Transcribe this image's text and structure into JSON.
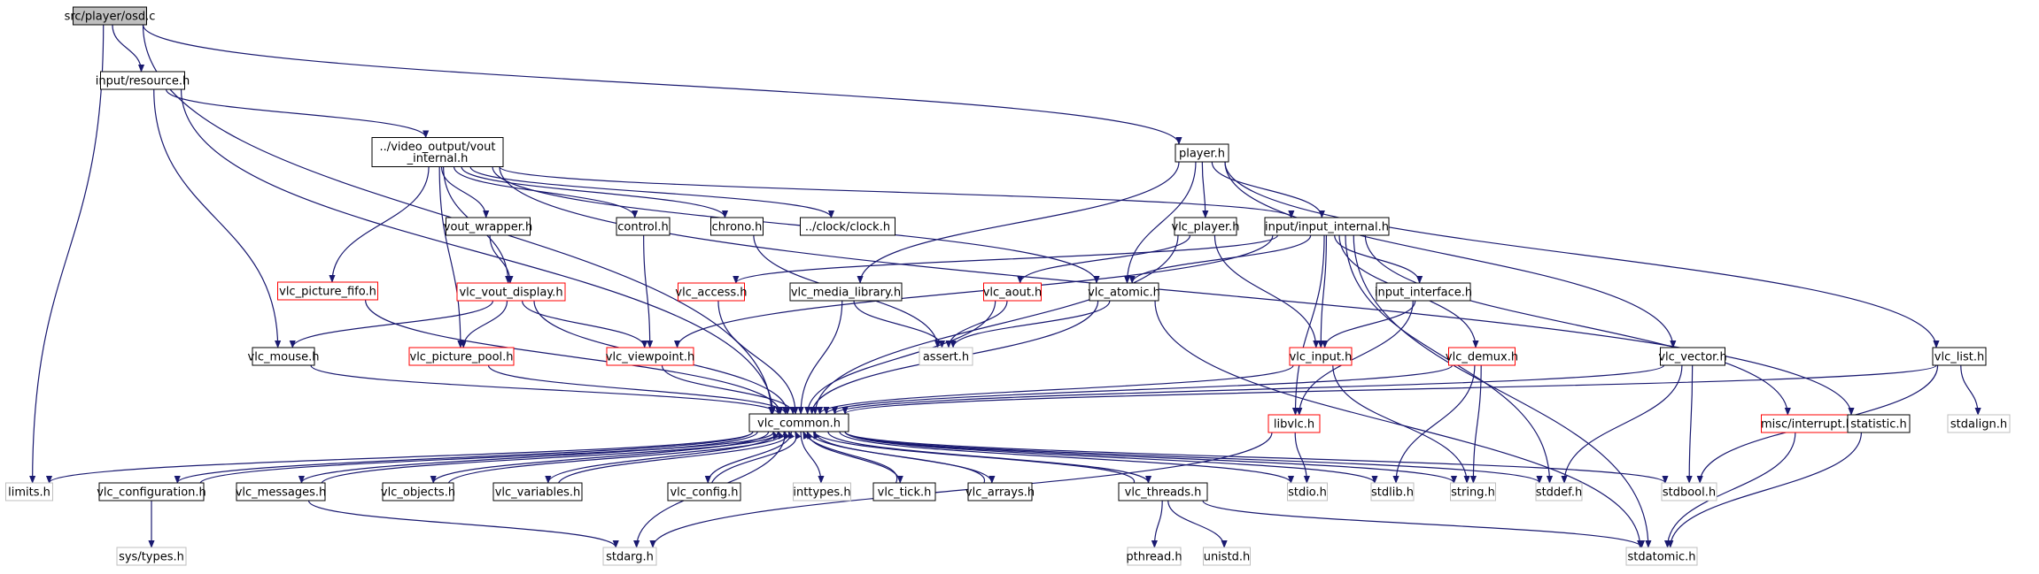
{
  "colors": {
    "edge": "#191970",
    "text": "#000000",
    "border_normal": "#000000",
    "border_red": "#ff0000",
    "border_gray": "#bfbfbf",
    "fill_root": "#bfbfbf",
    "fill": "#ffffff"
  },
  "nodes": [
    {
      "id": "osd_c",
      "label": "src/player/osd.c",
      "kind": "root"
    },
    {
      "id": "input_resource_h",
      "label": "input/resource.h",
      "kind": "normal"
    },
    {
      "id": "vout_internal_h",
      "label": "../video_output/vout\n_internal.h",
      "kind": "normal"
    },
    {
      "id": "player_h",
      "label": "player.h",
      "kind": "normal"
    },
    {
      "id": "vout_wrapper_h",
      "label": "vout_wrapper.h",
      "kind": "normal"
    },
    {
      "id": "control_h",
      "label": "control.h",
      "kind": "normal"
    },
    {
      "id": "chrono_h",
      "label": "chrono.h",
      "kind": "normal"
    },
    {
      "id": "clock_h",
      "label": "../clock/clock.h",
      "kind": "normal"
    },
    {
      "id": "vlc_player_h",
      "label": "vlc_player.h",
      "kind": "normal"
    },
    {
      "id": "input_internal_h",
      "label": "input/input_internal.h",
      "kind": "normal"
    },
    {
      "id": "vlc_picture_fifo_h",
      "label": "vlc_picture_fifo.h",
      "kind": "red"
    },
    {
      "id": "vlc_vout_display_h",
      "label": "vlc_vout_display.h",
      "kind": "red"
    },
    {
      "id": "vlc_access_h",
      "label": "vlc_access.h",
      "kind": "red"
    },
    {
      "id": "vlc_media_library_h",
      "label": "vlc_media_library.h",
      "kind": "normal"
    },
    {
      "id": "vlc_aout_h",
      "label": "vlc_aout.h",
      "kind": "red"
    },
    {
      "id": "vlc_atomic_h",
      "label": "vlc_atomic.h",
      "kind": "normal"
    },
    {
      "id": "input_interface_h",
      "label": "input_interface.h",
      "kind": "normal"
    },
    {
      "id": "vlc_mouse_h",
      "label": "vlc_mouse.h",
      "kind": "normal"
    },
    {
      "id": "vlc_picture_pool_h",
      "label": "vlc_picture_pool.h",
      "kind": "red"
    },
    {
      "id": "vlc_viewpoint_h",
      "label": "vlc_viewpoint.h",
      "kind": "red"
    },
    {
      "id": "assert_h",
      "label": "assert.h",
      "kind": "gray"
    },
    {
      "id": "vlc_input_h",
      "label": "vlc_input.h",
      "kind": "red"
    },
    {
      "id": "vlc_demux_h",
      "label": "vlc_demux.h",
      "kind": "red"
    },
    {
      "id": "vlc_vector_h",
      "label": "vlc_vector.h",
      "kind": "normal"
    },
    {
      "id": "vlc_list_h",
      "label": "vlc_list.h",
      "kind": "normal"
    },
    {
      "id": "vlc_common_h",
      "label": "vlc_common.h",
      "kind": "normal"
    },
    {
      "id": "libvlc_h",
      "label": "libvlc.h",
      "kind": "red"
    },
    {
      "id": "misc_interrupt_h",
      "label": "misc/interrupt.h",
      "kind": "red"
    },
    {
      "id": "statistic_h",
      "label": "statistic.h",
      "kind": "normal"
    },
    {
      "id": "stdalign_h",
      "label": "stdalign.h",
      "kind": "gray"
    },
    {
      "id": "limits_h",
      "label": "limits.h",
      "kind": "gray"
    },
    {
      "id": "vlc_configuration_h",
      "label": "vlc_configuration.h",
      "kind": "normal"
    },
    {
      "id": "vlc_messages_h",
      "label": "vlc_messages.h",
      "kind": "normal"
    },
    {
      "id": "vlc_objects_h",
      "label": "vlc_objects.h",
      "kind": "normal"
    },
    {
      "id": "vlc_variables_h",
      "label": "vlc_variables.h",
      "kind": "normal"
    },
    {
      "id": "vlc_config_h",
      "label": "vlc_config.h",
      "kind": "normal"
    },
    {
      "id": "inttypes_h",
      "label": "inttypes.h",
      "kind": "gray"
    },
    {
      "id": "vlc_tick_h",
      "label": "vlc_tick.h",
      "kind": "normal"
    },
    {
      "id": "vlc_arrays_h",
      "label": "vlc_arrays.h",
      "kind": "normal"
    },
    {
      "id": "vlc_threads_h",
      "label": "vlc_threads.h",
      "kind": "normal"
    },
    {
      "id": "stdio_h",
      "label": "stdio.h",
      "kind": "gray"
    },
    {
      "id": "stdlib_h",
      "label": "stdlib.h",
      "kind": "gray"
    },
    {
      "id": "string_h",
      "label": "string.h",
      "kind": "gray"
    },
    {
      "id": "stddef_h",
      "label": "stddef.h",
      "kind": "gray"
    },
    {
      "id": "stdbool_h",
      "label": "stdbool.h",
      "kind": "gray"
    },
    {
      "id": "sys_types_h",
      "label": "sys/types.h",
      "kind": "gray"
    },
    {
      "id": "stdarg_h",
      "label": "stdarg.h",
      "kind": "gray"
    },
    {
      "id": "pthread_h",
      "label": "pthread.h",
      "kind": "gray"
    },
    {
      "id": "unistd_h",
      "label": "unistd.h",
      "kind": "gray"
    },
    {
      "id": "stdatomic_h",
      "label": "stdatomic.h",
      "kind": "gray"
    }
  ],
  "edges": [
    [
      "osd_c",
      "input_resource_h"
    ],
    [
      "osd_c",
      "player_h"
    ],
    [
      "osd_c",
      "vlc_common_h"
    ],
    [
      "osd_c",
      "limits_h"
    ],
    [
      "input_resource_h",
      "vout_internal_h"
    ],
    [
      "input_resource_h",
      "vlc_common_h"
    ],
    [
      "input_resource_h",
      "vlc_mouse_h"
    ],
    [
      "vout_internal_h",
      "vout_wrapper_h"
    ],
    [
      "vout_internal_h",
      "control_h"
    ],
    [
      "vout_internal_h",
      "chrono_h"
    ],
    [
      "vout_internal_h",
      "clock_h"
    ],
    [
      "vout_internal_h",
      "input_internal_h"
    ],
    [
      "vout_internal_h",
      "vlc_picture_fifo_h"
    ],
    [
      "vout_internal_h",
      "vlc_picture_pool_h"
    ],
    [
      "vout_internal_h",
      "vlc_vout_display_h"
    ],
    [
      "vout_internal_h",
      "vlc_atomic_h"
    ],
    [
      "vout_internal_h",
      "statistic_h"
    ],
    [
      "player_h",
      "vlc_player_h"
    ],
    [
      "player_h",
      "input_internal_h"
    ],
    [
      "player_h",
      "vlc_media_library_h"
    ],
    [
      "player_h",
      "vlc_atomic_h"
    ],
    [
      "player_h",
      "vlc_vector_h"
    ],
    [
      "player_h",
      "vlc_list_h"
    ],
    [
      "vout_wrapper_h",
      "vlc_vout_display_h"
    ],
    [
      "control_h",
      "vlc_viewpoint_h"
    ],
    [
      "chrono_h",
      "assert_h"
    ],
    [
      "vlc_player_h",
      "vlc_aout_h"
    ],
    [
      "vlc_player_h",
      "vlc_input_h"
    ],
    [
      "vlc_player_h",
      "vlc_common_h"
    ],
    [
      "input_internal_h",
      "vlc_access_h"
    ],
    [
      "input_internal_h",
      "vlc_viewpoint_h"
    ],
    [
      "input_internal_h",
      "vlc_atomic_h"
    ],
    [
      "input_internal_h",
      "input_interface_h"
    ],
    [
      "input_internal_h",
      "vlc_input_h"
    ],
    [
      "input_internal_h",
      "vlc_demux_h"
    ],
    [
      "input_internal_h",
      "libvlc_h"
    ],
    [
      "input_internal_h",
      "misc_interrupt_h"
    ],
    [
      "input_internal_h",
      "stddef_h"
    ],
    [
      "input_internal_h",
      "stdatomic_h"
    ],
    [
      "vlc_picture_fifo_h",
      "vlc_common_h"
    ],
    [
      "vlc_vout_display_h",
      "vlc_mouse_h"
    ],
    [
      "vlc_vout_display_h",
      "vlc_picture_pool_h"
    ],
    [
      "vlc_vout_display_h",
      "vlc_viewpoint_h"
    ],
    [
      "vlc_vout_display_h",
      "vlc_common_h"
    ],
    [
      "vlc_access_h",
      "vlc_common_h"
    ],
    [
      "vlc_media_library_h",
      "vlc_common_h"
    ],
    [
      "vlc_media_library_h",
      "assert_h"
    ],
    [
      "vlc_aout_h",
      "assert_h"
    ],
    [
      "vlc_aout_h",
      "vlc_common_h"
    ],
    [
      "vlc_atomic_h",
      "assert_h"
    ],
    [
      "vlc_atomic_h",
      "vlc_common_h"
    ],
    [
      "vlc_atomic_h",
      "stdatomic_h"
    ],
    [
      "input_interface_h",
      "vlc_input_h"
    ],
    [
      "input_interface_h",
      "libvlc_h"
    ],
    [
      "vlc_mouse_h",
      "vlc_common_h"
    ],
    [
      "vlc_picture_pool_h",
      "vlc_common_h"
    ],
    [
      "vlc_viewpoint_h",
      "vlc_common_h"
    ],
    [
      "vlc_input_h",
      "vlc_common_h"
    ],
    [
      "vlc_input_h",
      "string_h"
    ],
    [
      "vlc_demux_h",
      "vlc_common_h"
    ],
    [
      "vlc_demux_h",
      "stdlib_h"
    ],
    [
      "vlc_demux_h",
      "string_h"
    ],
    [
      "vlc_vector_h",
      "vlc_common_h"
    ],
    [
      "vlc_vector_h",
      "stddef_h"
    ],
    [
      "vlc_vector_h",
      "stdbool_h"
    ],
    [
      "vlc_list_h",
      "vlc_common_h"
    ],
    [
      "vlc_list_h",
      "stdalign_h"
    ],
    [
      "vlc_list_h",
      "stdbool_h"
    ],
    [
      "libvlc_h",
      "stdio_h"
    ],
    [
      "libvlc_h",
      "stdarg_h"
    ],
    [
      "misc_interrupt_h",
      "stdatomic_h"
    ],
    [
      "statistic_h",
      "stdatomic_h"
    ],
    [
      "vlc_common_h",
      "limits_h"
    ],
    [
      "vlc_common_h",
      "vlc_configuration_h"
    ],
    [
      "vlc_common_h",
      "vlc_messages_h"
    ],
    [
      "vlc_common_h",
      "vlc_objects_h"
    ],
    [
      "vlc_common_h",
      "vlc_variables_h"
    ],
    [
      "vlc_common_h",
      "vlc_config_h"
    ],
    [
      "vlc_common_h",
      "inttypes_h"
    ],
    [
      "vlc_common_h",
      "vlc_tick_h"
    ],
    [
      "vlc_common_h",
      "vlc_arrays_h"
    ],
    [
      "vlc_common_h",
      "vlc_threads_h"
    ],
    [
      "vlc_common_h",
      "stdio_h"
    ],
    [
      "vlc_common_h",
      "stdlib_h"
    ],
    [
      "vlc_common_h",
      "string_h"
    ],
    [
      "vlc_common_h",
      "stddef_h"
    ],
    [
      "vlc_common_h",
      "stdbool_h"
    ],
    [
      "vlc_common_h",
      "stdarg_h"
    ],
    [
      "vlc_configuration_h",
      "vlc_common_h"
    ],
    [
      "vlc_messages_h",
      "vlc_common_h"
    ],
    [
      "vlc_objects_h",
      "vlc_common_h"
    ],
    [
      "vlc_variables_h",
      "vlc_common_h"
    ],
    [
      "vlc_config_h",
      "vlc_common_h"
    ],
    [
      "vlc_tick_h",
      "vlc_common_h"
    ],
    [
      "vlc_arrays_h",
      "vlc_common_h"
    ],
    [
      "vlc_threads_h",
      "vlc_common_h"
    ],
    [
      "vlc_configuration_h",
      "sys_types_h"
    ],
    [
      "vlc_messages_h",
      "stdarg_h"
    ],
    [
      "vlc_threads_h",
      "pthread_h"
    ],
    [
      "vlc_threads_h",
      "unistd_h"
    ],
    [
      "vlc_threads_h",
      "stdatomic_h"
    ]
  ]
}
